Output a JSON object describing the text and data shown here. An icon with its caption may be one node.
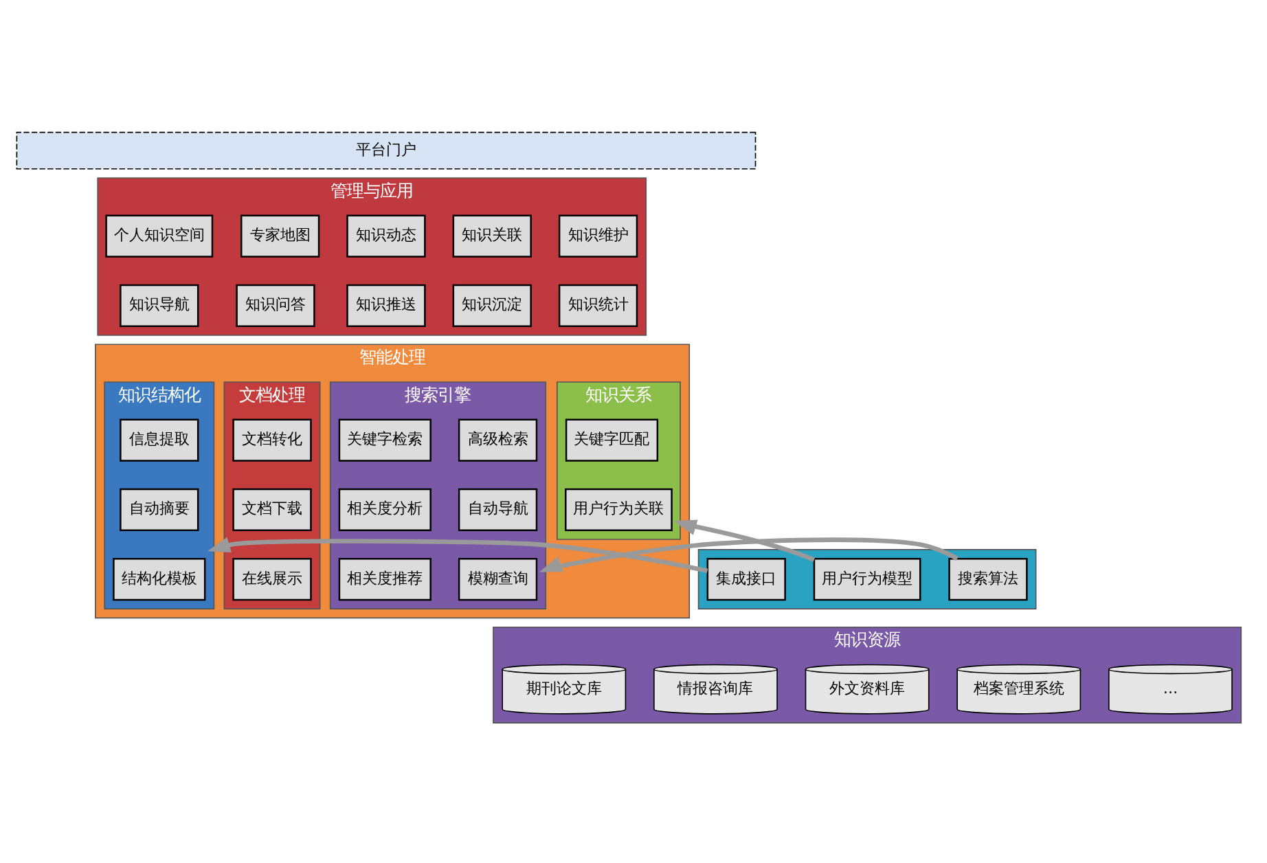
{
  "diagram": {
    "nodes": [
      {
        "text": [
          "平台门户"
        ]
      },
      {
        "text": [
          "管理与应用"
        ]
      },
      {
        "text": [
          "个人知识空间"
        ],
        "in": 1
      },
      {
        "text": [
          "专家地图"
        ],
        "in": 1
      },
      {
        "text": [
          "知识维护"
        ],
        "in": 1
      },
      {
        "text": [
          "知识动态"
        ],
        "in": 1
      },
      {
        "text": [
          "知识关联"
        ],
        "in": 1
      },
      {
        "text": [
          "知识导航"
        ],
        "in": 1
      },
      {
        "text": [
          "知识问答"
        ],
        "in": 1
      },
      {
        "text": [
          "知识统计"
        ],
        "in": 1
      },
      {
        "text": [
          "知识推送"
        ],
        "in": 1
      },
      {
        "text": [
          "知识沉淀"
        ],
        "in": 1
      },
      {
        "text": [
          "智能处理"
        ]
      },
      {
        "text": [
          "知识结构化"
        ],
        "in": 12
      },
      {
        "text": [
          "信息提取"
        ],
        "in": 13
      },
      {
        "text": [
          "自动摘要"
        ],
        "in": 13
      },
      {
        "text": [
          "结构化模板"
        ],
        "in": 13
      },
      {
        "text": [
          "文档处理"
        ],
        "in": 12
      },
      {
        "text": [
          "文档转化"
        ],
        "in": 17
      },
      {
        "text": [
          "文档下载"
        ],
        "in": 17
      },
      {
        "text": [
          "在线展示"
        ],
        "in": 17
      },
      {
        "text": [
          "知识关系"
        ],
        "in": 12
      },
      {
        "text": [
          "关键字匹配"
        ],
        "in": 21
      },
      {
        "text": [
          "用户行为关联"
        ],
        "in": 21
      },
      {
        "text": [
          "搜索引擎"
        ],
        "in": 12
      },
      {
        "text": [
          "关键字检索"
        ],
        "in": 24
      },
      {
        "text": [
          "高级检索"
        ],
        "in": 24
      },
      {
        "text": [
          "相关度分析"
        ],
        "in": 24
      },
      {
        "text": [
          "自动导航"
        ],
        "in": 24
      },
      {
        "text": [
          "相关度推荐"
        ],
        "in": 24
      },
      {
        "text": [
          "模糊查询"
        ],
        "in": 24
      },
      {
        "text": [],
        "shape": "box"
      },
      {
        "text": [
          "集成接口"
        ],
        "in": 31
      },
      {
        "text": [
          "用户行为模型"
        ],
        "in": 31
      },
      {
        "text": [
          "搜索算法"
        ],
        "in": 31
      },
      {
        "text": [
          "知识资源"
        ]
      },
      {
        "text": [
          "期刊论文库"
        ],
        "in": 35
      },
      {
        "text": [
          "情报咨询库"
        ],
        "in": 35
      },
      {
        "text": [
          "外文资料库"
        ],
        "in": 35
      },
      {
        "text": [
          "档案管理系统"
        ],
        "in": 35
      },
      {
        "text": [
          "…"
        ],
        "in": 35
      }
    ],
    "edges": [
      {
        "from": 32,
        "to": 13,
        "arrow": "to"
      },
      {
        "from": 33,
        "to": 21,
        "arrow": "to"
      },
      {
        "from": 34,
        "to": 24,
        "arrow": "to"
      }
    ]
  }
}
